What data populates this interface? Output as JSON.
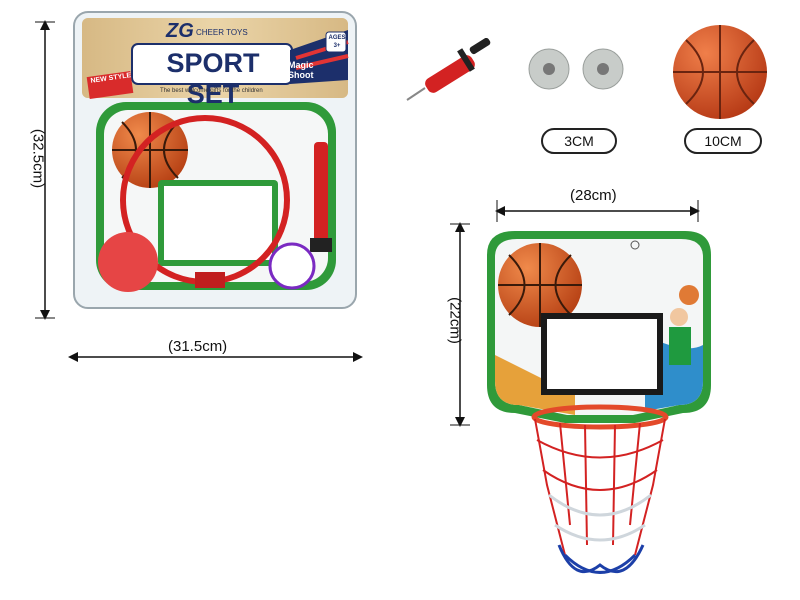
{
  "package": {
    "brand_letters": "ZG",
    "brand_sub": "CHEER TOYS",
    "title": "SPORT SET",
    "magic_shoot": "Magic Shoot",
    "ages": "AGES 3+",
    "new_style": "NEW STYLE",
    "tagline": "The best welcome gifts for the children"
  },
  "dimensions": {
    "package_height": "(32.5cm)",
    "package_width": "(31.5cm)",
    "board_width": "(28cm)",
    "board_height": "(22cm)"
  },
  "parts": {
    "suction_cup_size": "3CM",
    "ball_size": "10CM"
  },
  "colors": {
    "board_green": "#2f9a3a",
    "ball_orange": "#d9531c",
    "rim_red": "#d32222",
    "header_navy": "#1c2f6b",
    "header_gold": "#e0c48a"
  }
}
